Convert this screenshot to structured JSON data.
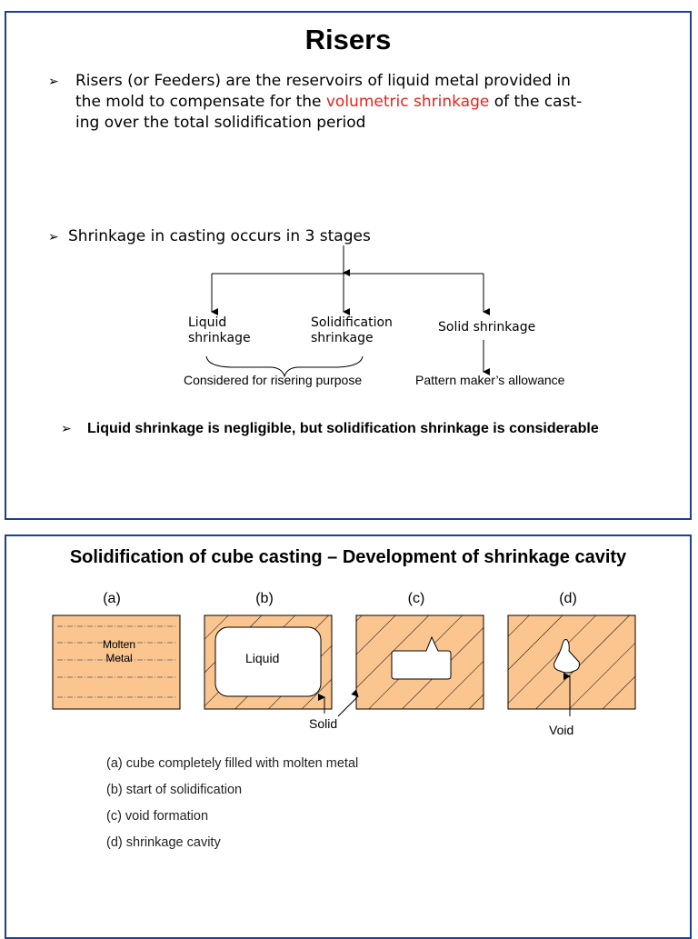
{
  "slide1": {
    "title": "Risers",
    "bullet1": {
      "line1": "Risers (or Feeders) are the reservoirs of liquid metal provided in",
      "line2_pre": "the mold to compensate for the ",
      "line2_red": "volumetric shrinkage",
      "line2_post": " of the cast-",
      "line3": "ing over the total solidification period"
    },
    "bullet2": "Shrinkage in casting occurs in 3 stages",
    "tree": {
      "liquid_l1": "Liquid",
      "liquid_l2": "shrinkage",
      "solidification_l1": "Solidification",
      "solidification_l2": "shrinkage",
      "solid": "Solid shrinkage",
      "considered": "Considered for risering purpose",
      "pattern": "Pattern maker’s allowance"
    },
    "bullet3": "Liquid shrinkage is negligible, but solidification shrinkage is considerable",
    "colors": {
      "accent_red": "#e8221b",
      "border": "#1f3f8f"
    }
  },
  "slide2": {
    "title": "Solidification of cube casting – Development of shrinkage cavity",
    "panels": [
      "(a)",
      "(b)",
      "(c)",
      "(d)"
    ],
    "molten_l1": "Molten",
    "molten_l2": "Metal",
    "liquid": "Liquid",
    "solid": "Solid",
    "void": "Void",
    "captions": [
      "(a)  cube completely filled with molten metal",
      "(b) start of solidification",
      "(c) void formation",
      "(d) shrinkage cavity"
    ],
    "colors": {
      "fill": "#fbc590"
    }
  }
}
